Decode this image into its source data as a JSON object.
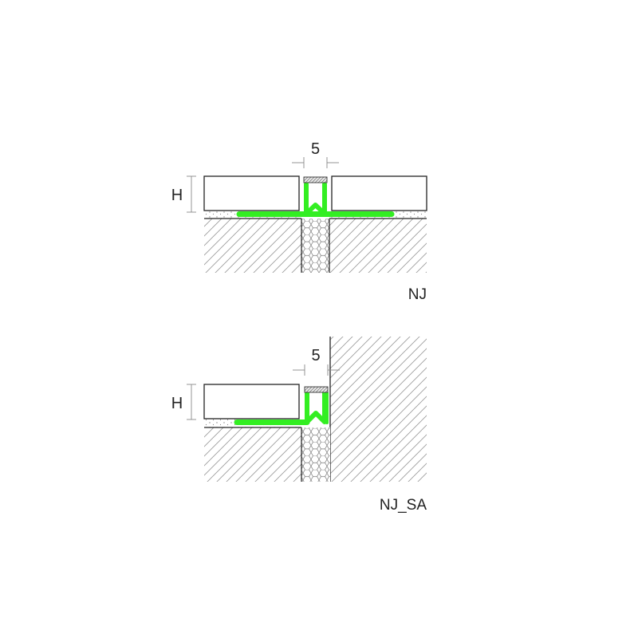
{
  "details": [
    {
      "id": "nj",
      "code": "NJ",
      "joint_width_label": "5",
      "height_label": "H"
    },
    {
      "id": "nj_sa",
      "code": "NJ_SA",
      "joint_width_label": "5",
      "height_label": "H"
    }
  ],
  "colors": {
    "profile_green": "#33ee22",
    "line": "#222222",
    "hatch": "#9a9a9a",
    "dimension": "#888888"
  }
}
